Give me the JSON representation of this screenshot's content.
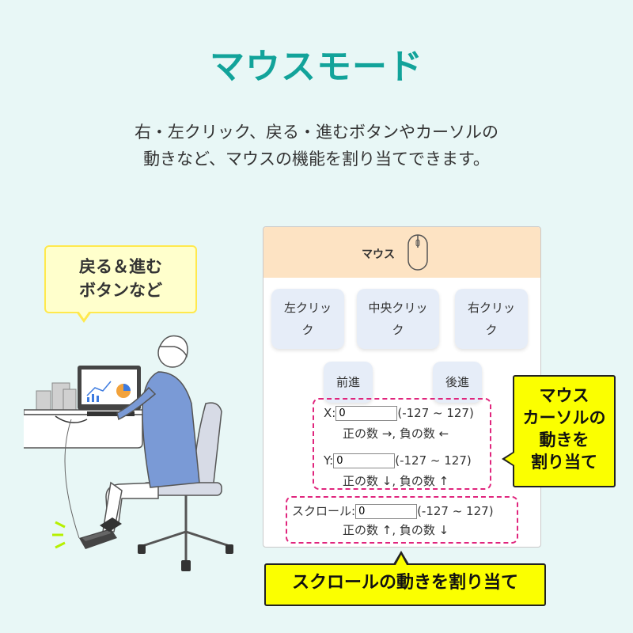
{
  "title": "マウスモード",
  "description": {
    "line1": "右・左クリック、戻る・進むボタンやカーソルの",
    "line2": "動きなど、マウスの機能を割り当てできます。"
  },
  "bubble": {
    "line1": "戻る＆進む",
    "line2": "ボタンなど"
  },
  "panel": {
    "header_label": "マウス",
    "header_icon": "mouse-icon",
    "buttons": {
      "left_click": {
        "line1": "左クリッ",
        "line2": "ク"
      },
      "middle_click": {
        "line1": "中央クリッ",
        "line2": "ク"
      },
      "right_click": {
        "line1": "右クリッ",
        "line2": "ク"
      },
      "forward": "前進",
      "back": "後進"
    },
    "x": {
      "label": "X:",
      "value": "0",
      "range": "(-127 ~ 127)",
      "hint": "正の数 →, 負の数 ←"
    },
    "y": {
      "label": "Y:",
      "value": "0",
      "range": "(-127 ~ 127)",
      "hint": "正の数 ↓, 負の数 ↑"
    },
    "scroll": {
      "label": "スクロール:",
      "value": "0",
      "range": "(-127 ~ 127)",
      "hint": "正の数 ↑, 負の数 ↓"
    }
  },
  "callout_cursor": {
    "line1": "マウス",
    "line2": "カーソルの",
    "line3": "動きを",
    "line4": "割り当て"
  },
  "callout_scroll": "スクロールの動きを割り当て",
  "colors": {
    "background": "#e8f7f6",
    "title": "#12a39a",
    "panel_header": "#fde3c3",
    "button": "#e6edf8",
    "dashed_highlight": "#e0257d",
    "callout": "#fbff00",
    "bubble": "#ffffcc"
  }
}
